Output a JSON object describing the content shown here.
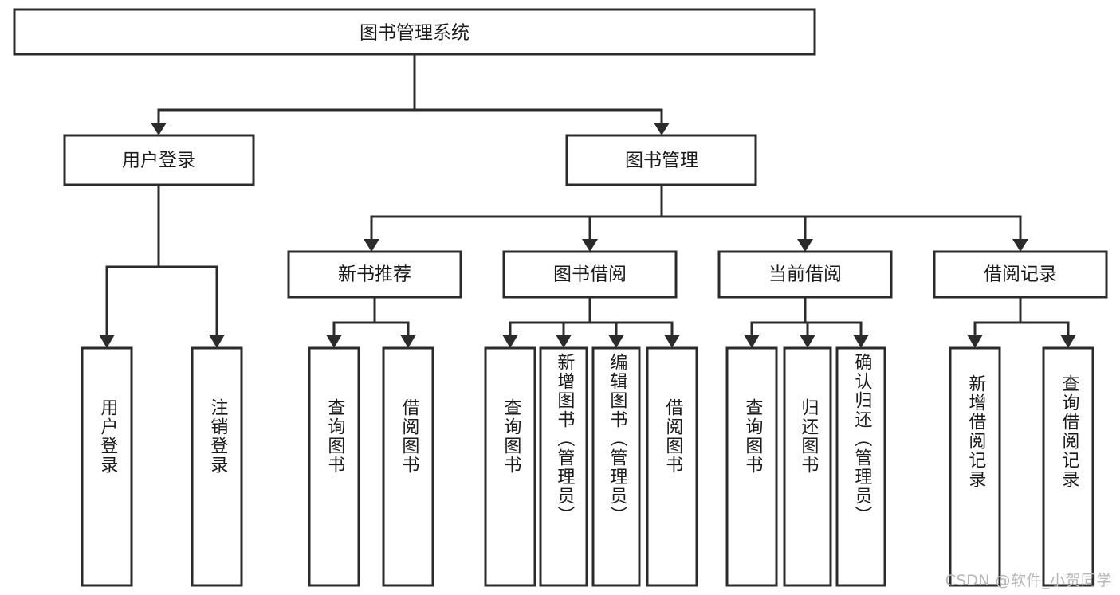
{
  "diagram": {
    "type": "tree",
    "title": "图书管理系统",
    "watermark": "CSDN @软件_小贺同学",
    "colors": {
      "stroke": "#2b2b2b",
      "fill": "#ffffff",
      "text": "#1b1b1b",
      "watermark": "#b8b8b8"
    },
    "root": {
      "id": "root",
      "label": "图书管理系统",
      "orientation": "horizontal"
    },
    "level1": [
      {
        "id": "user-login",
        "label": "用户登录",
        "orientation": "horizontal"
      },
      {
        "id": "book-management",
        "label": "图书管理",
        "orientation": "horizontal"
      }
    ],
    "level2": [
      {
        "id": "new-book-recommend",
        "label": "新书推荐",
        "parent": "book-management",
        "orientation": "horizontal"
      },
      {
        "id": "book-borrow",
        "label": "图书借阅",
        "parent": "book-management",
        "orientation": "horizontal"
      },
      {
        "id": "current-borrow",
        "label": "当前借阅",
        "parent": "book-management",
        "orientation": "horizontal"
      },
      {
        "id": "borrow-record",
        "label": "借阅记录",
        "parent": "book-management",
        "orientation": "horizontal"
      }
    ],
    "leaves": [
      {
        "id": "leaf-user-login",
        "label": "用户登录",
        "parent": "user-login",
        "orientation": "vertical"
      },
      {
        "id": "leaf-logout-login",
        "label": "注销登录",
        "parent": "user-login",
        "orientation": "vertical"
      },
      {
        "id": "leaf-query-book-1",
        "label": "查询图书",
        "parent": "new-book-recommend",
        "orientation": "vertical"
      },
      {
        "id": "leaf-borrow-book-1",
        "label": "借阅图书",
        "parent": "new-book-recommend",
        "orientation": "vertical"
      },
      {
        "id": "leaf-query-book-2",
        "label": "查询图书",
        "parent": "book-borrow",
        "orientation": "vertical"
      },
      {
        "id": "leaf-add-book",
        "label": "新增图书（管理员）",
        "parent": "book-borrow",
        "orientation": "vertical"
      },
      {
        "id": "leaf-edit-book",
        "label": "编辑图书（管理员）",
        "parent": "book-borrow",
        "orientation": "vertical"
      },
      {
        "id": "leaf-borrow-book-2",
        "label": "借阅图书",
        "parent": "book-borrow",
        "orientation": "vertical"
      },
      {
        "id": "leaf-query-book-3",
        "label": "查询图书",
        "parent": "current-borrow",
        "orientation": "vertical"
      },
      {
        "id": "leaf-return-book",
        "label": "归还图书",
        "parent": "current-borrow",
        "orientation": "vertical"
      },
      {
        "id": "leaf-confirm-return",
        "label": "确认归还（管理员）",
        "parent": "current-borrow",
        "orientation": "vertical"
      },
      {
        "id": "leaf-add-record",
        "label": "新增借阅记录",
        "parent": "borrow-record",
        "orientation": "vertical"
      },
      {
        "id": "leaf-query-record",
        "label": "查询借阅记录",
        "parent": "borrow-record",
        "orientation": "vertical"
      }
    ]
  }
}
